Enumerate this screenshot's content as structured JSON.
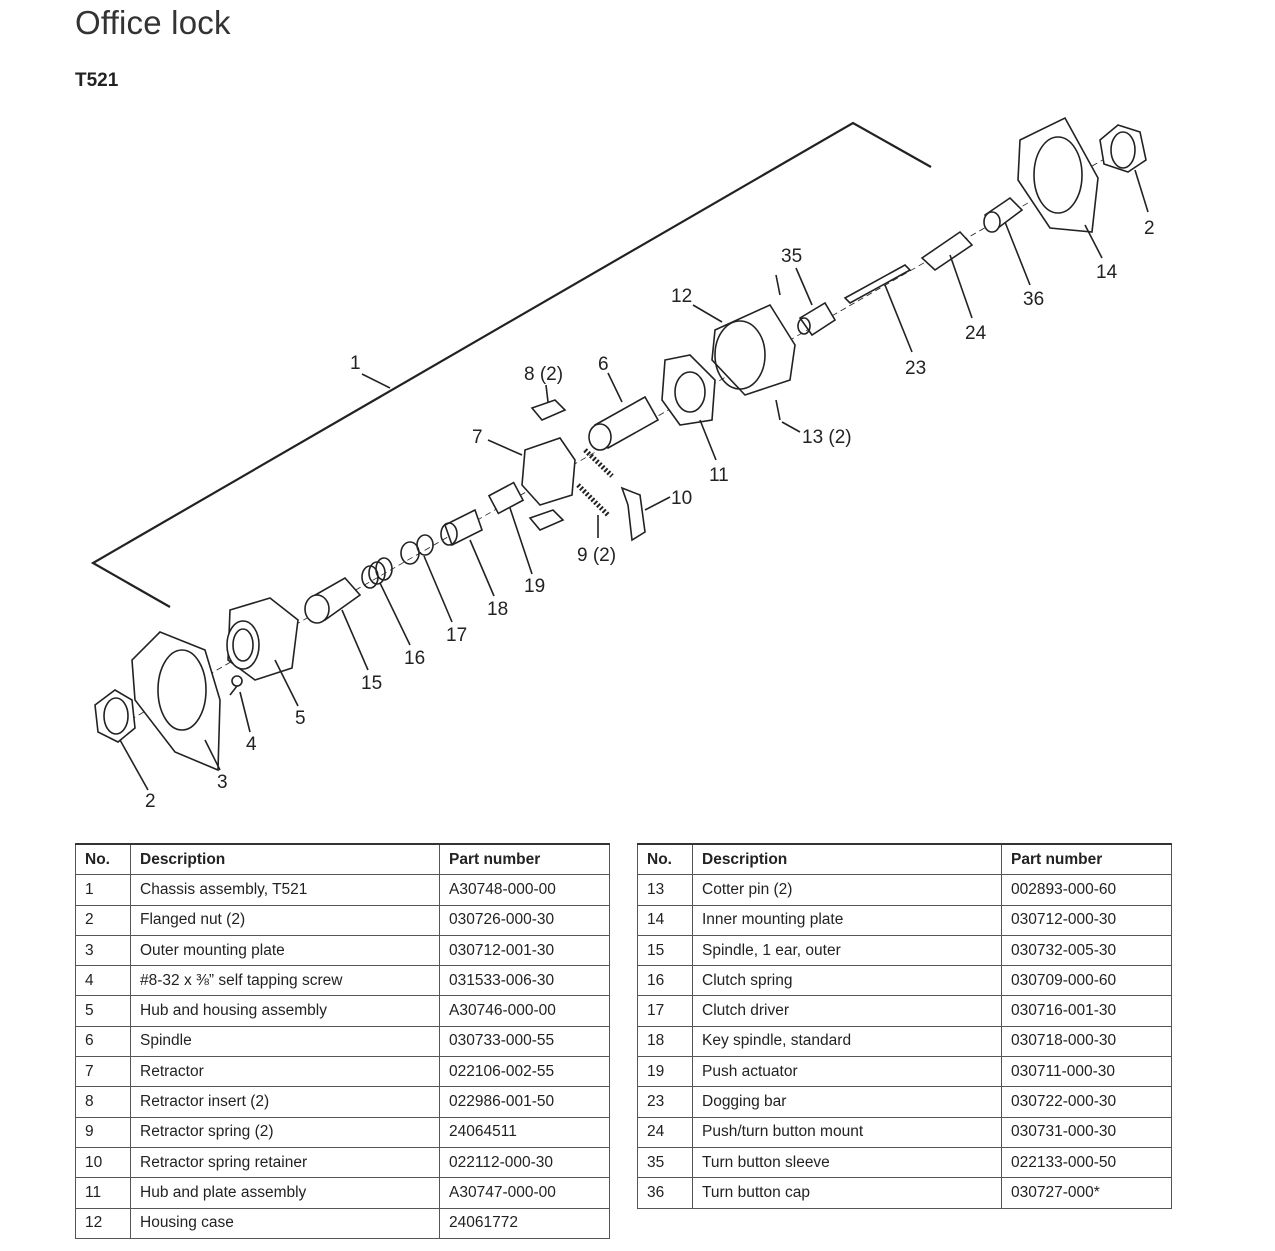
{
  "page": {
    "title": "Office lock",
    "model": "T521"
  },
  "diagram": {
    "callouts": {
      "c1": "1",
      "c2a": "2",
      "c2b": "2",
      "c3": "3",
      "c4": "4",
      "c5": "5",
      "c6": "6",
      "c7": "7",
      "c8": "8 (2)",
      "c9": "9 (2)",
      "c10": "10",
      "c11": "11",
      "c12": "12",
      "c13": "13 (2)",
      "c14": "14",
      "c15": "15",
      "c16": "16",
      "c17": "17",
      "c18": "18",
      "c19": "19",
      "c23": "23",
      "c24": "24",
      "c35": "35",
      "c36": "36"
    }
  },
  "tables": {
    "headers": {
      "no": "No.",
      "description": "Description",
      "part": "Part number"
    },
    "left": [
      {
        "no": "1",
        "description": "Chassis assembly, T521",
        "part": "A30748-000-00"
      },
      {
        "no": "2",
        "description": "Flanged nut (2)",
        "part": "030726-000-30"
      },
      {
        "no": "3",
        "description": "Outer mounting plate",
        "part": "030712-001-30"
      },
      {
        "no": "4",
        "description": "#8-32 x ⅜” self tapping screw",
        "part": "031533-006-30"
      },
      {
        "no": "5",
        "description": "Hub and housing assembly",
        "part": "A30746-000-00"
      },
      {
        "no": "6",
        "description": "Spindle",
        "part": "030733-000-55"
      },
      {
        "no": "7",
        "description": "Retractor",
        "part": "022106-002-55"
      },
      {
        "no": "8",
        "description": "Retractor insert (2)",
        "part": "022986-001-50"
      },
      {
        "no": "9",
        "description": "Retractor spring (2)",
        "part": "24064511"
      },
      {
        "no": "10",
        "description": "Retractor spring retainer",
        "part": "022112-000-30"
      },
      {
        "no": "11",
        "description": "Hub and plate assembly",
        "part": "A30747-000-00"
      },
      {
        "no": "12",
        "description": "Housing case",
        "part": "24061772"
      }
    ],
    "right": [
      {
        "no": "13",
        "description": "Cotter pin (2)",
        "part": "002893-000-60"
      },
      {
        "no": "14",
        "description": "Inner mounting plate",
        "part": "030712-000-30"
      },
      {
        "no": "15",
        "description": "Spindle, 1 ear, outer",
        "part": "030732-005-30"
      },
      {
        "no": "16",
        "description": "Clutch spring",
        "part": "030709-000-60"
      },
      {
        "no": "17",
        "description": "Clutch driver",
        "part": "030716-001-30"
      },
      {
        "no": "18",
        "description": "Key spindle, standard",
        "part": "030718-000-30"
      },
      {
        "no": "19",
        "description": "Push actuator",
        "part": "030711-000-30"
      },
      {
        "no": "23",
        "description": "Dogging bar",
        "part": "030722-000-30"
      },
      {
        "no": "24",
        "description": "Push/turn button mount",
        "part": "030731-000-30"
      },
      {
        "no": "35",
        "description": "Turn button sleeve",
        "part": "022133-000-50"
      },
      {
        "no": "36",
        "description": "Turn button cap",
        "part": "030727-000*"
      }
    ]
  }
}
